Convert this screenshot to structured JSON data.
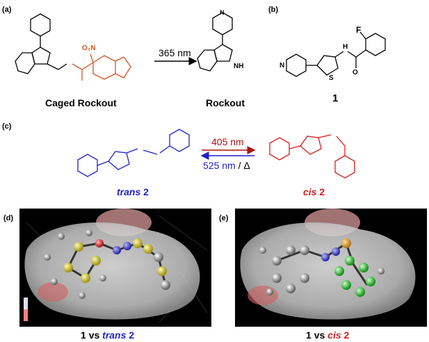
{
  "labels": {
    "a": "(a)",
    "b": "(b)",
    "c": "(c)",
    "d": "(d)",
    "e": "(e)"
  },
  "panel_a": {
    "caged_name": "Caged Rockout",
    "product_name": "Rockout",
    "wavelength": "365 nm",
    "nitro": "O₂N",
    "ring_n": "N",
    "nh": "NH"
  },
  "panel_b": {
    "compound_number": "1",
    "f_atom": "F",
    "h_atom": "H",
    "n_atom": "N",
    "s_atom": "S",
    "o_atom": "O"
  },
  "panel_c": {
    "forward": "405 nm",
    "reverse_nm": "525 nm",
    "reverse_delta": "/ Δ",
    "trans_label": "trans",
    "cis_label": "cis",
    "number": "2"
  },
  "panel_d": {
    "caption_num": "1",
    "caption_vs": "vs",
    "caption_iso": "trans",
    "caption_num2": "2"
  },
  "panel_e": {
    "caption_num": "1",
    "caption_vs": "vs",
    "caption_iso": "cis",
    "caption_num2": "2"
  },
  "colors": {
    "trans_blue": "#1f1fcf",
    "cis_red": "#e01a1a",
    "cage_orange": "#d9531e",
    "arrow_red": "#b01010"
  }
}
